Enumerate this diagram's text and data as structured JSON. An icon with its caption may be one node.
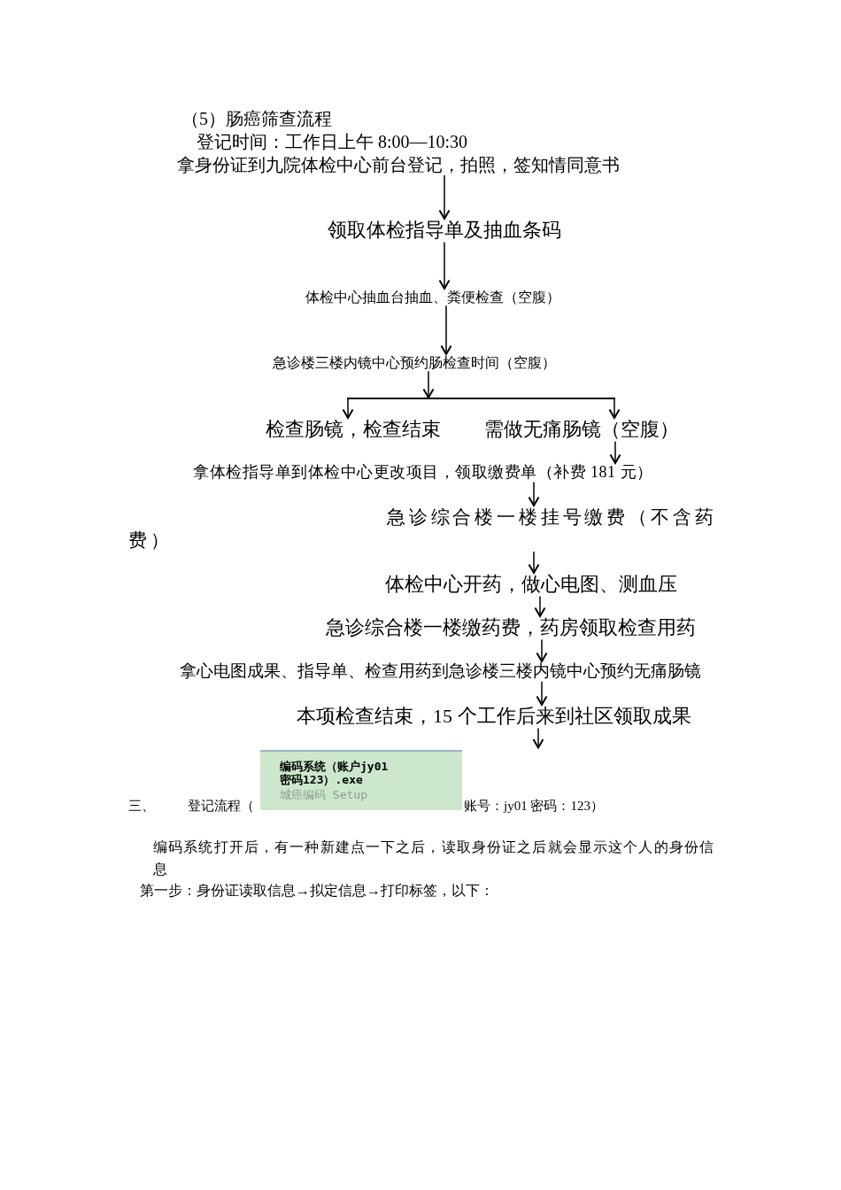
{
  "diagram": {
    "title": "（5）肠癌筛查流程",
    "nodes": [
      {
        "text": [
          "拿身份证到九院体检中心前台登记，拍照，签知情同意书"
        ]
      },
      {
        "text": [
          "领取体检指导单及抽血条码"
        ]
      },
      {
        "text": [
          "体检中心抽血台抽血、粪便检查（空腹）"
        ]
      },
      {
        "text": [
          "急诊楼三楼内镜中心预约肠检查时间（空腹）"
        ]
      },
      {
        "text": [],
        "shape": "bar"
      },
      {
        "text": [
          "检查肠镜，检查结束"
        ]
      },
      {
        "text": [
          "需做无痛肠镜（空腹）"
        ]
      },
      {
        "text": [
          "拿体检指导单到体检中心更改项目，领取缴费单（补费 181 元）"
        ]
      },
      {
        "text": [
          "急诊综合楼一楼挂号缴费（不含药费）"
        ]
      },
      {
        "text": [
          "体检中心开药，做心电图、测血压"
        ]
      },
      {
        "text": [
          "急诊综合楼一楼缴药费，药房领取检查用药"
        ]
      },
      {
        "text": [
          "拿心电图成果、指导单、检查用药到急诊楼三楼内镜中心预约无痛肠镜"
        ]
      },
      {
        "text": [
          "本项检查结束，15 个工作后来到社区领取成果"
        ]
      },
      {
        "text": [
          "编码系统（账户jy01 密码123）.exe",
          "城癌编码 Setup"
        ]
      }
    ],
    "edges": [
      {
        "from": 0,
        "to": 1,
        "arrow": "to"
      },
      {
        "from": 1,
        "to": 2,
        "arrow": "to"
      },
      {
        "from": 2,
        "to": 3,
        "arrow": "to"
      },
      {
        "from": 3,
        "to": 4,
        "arrow": "to"
      },
      {
        "from": 4,
        "to": 5,
        "arrow": "to"
      },
      {
        "from": 4,
        "to": 6,
        "arrow": "to"
      },
      {
        "from": 6,
        "to": 7,
        "arrow": "to"
      },
      {
        "from": 7,
        "to": 8,
        "arrow": "to"
      },
      {
        "from": 8,
        "to": 9,
        "arrow": "to"
      },
      {
        "from": 9,
        "to": 10,
        "arrow": "to"
      },
      {
        "from": 10,
        "to": 11,
        "arrow": "to"
      },
      {
        "from": 11,
        "to": 12,
        "arrow": "to"
      },
      {
        "from": 12,
        "to": null,
        "arrow": "to"
      }
    ],
    "labels": [
      "登记时间：工作日上午 8:00—10:30",
      "三、",
      "登记流程（",
      "账号：jy01 密码：123）",
      "编码系统打开后，有一种新建点一下之后，读取身份证之后就会显示这个人的身份信息",
      "第一步：身份证读取信息→拟定信息→打印标签，以下："
    ]
  }
}
